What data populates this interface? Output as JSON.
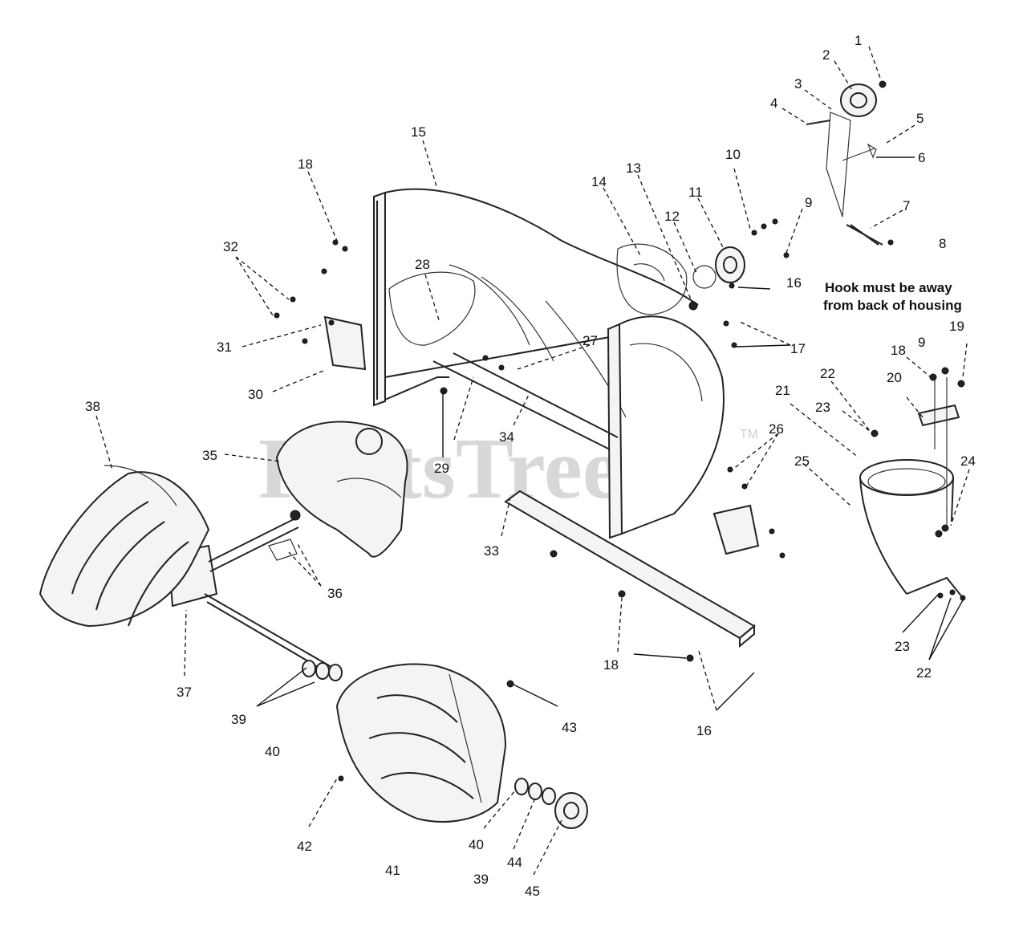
{
  "watermark": {
    "text": "PartsTree",
    "trademark": "TM"
  },
  "note": {
    "line1": "Hook must be away",
    "line2": "from back of housing"
  },
  "callouts": {
    "c1": "1",
    "c2": "2",
    "c3": "3",
    "c4": "4",
    "c5": "5",
    "c6": "6",
    "c7": "7",
    "c8": "8",
    "c9a": "9",
    "c9b": "9",
    "c10": "10",
    "c11": "11",
    "c12": "12",
    "c13": "13",
    "c14": "14",
    "c15": "15",
    "c16a": "16",
    "c16b": "16",
    "c17": "17",
    "c18a": "18",
    "c18b": "18",
    "c18c": "18",
    "c19": "19",
    "c20": "20",
    "c21": "21",
    "c22a": "22",
    "c22b": "22",
    "c23a": "23",
    "c23b": "23",
    "c24": "24",
    "c25": "25",
    "c26": "26",
    "c27": "27",
    "c28": "28",
    "c29": "29",
    "c30": "30",
    "c31": "31",
    "c32": "32",
    "c33": "33",
    "c34": "34",
    "c35": "35",
    "c36": "36",
    "c37": "37",
    "c38": "38",
    "c39a": "39",
    "c39b": "39",
    "c40a": "40",
    "c40b": "40",
    "c41": "41",
    "c42": "42",
    "c43": "43",
    "c44": "44",
    "c45": "45"
  }
}
